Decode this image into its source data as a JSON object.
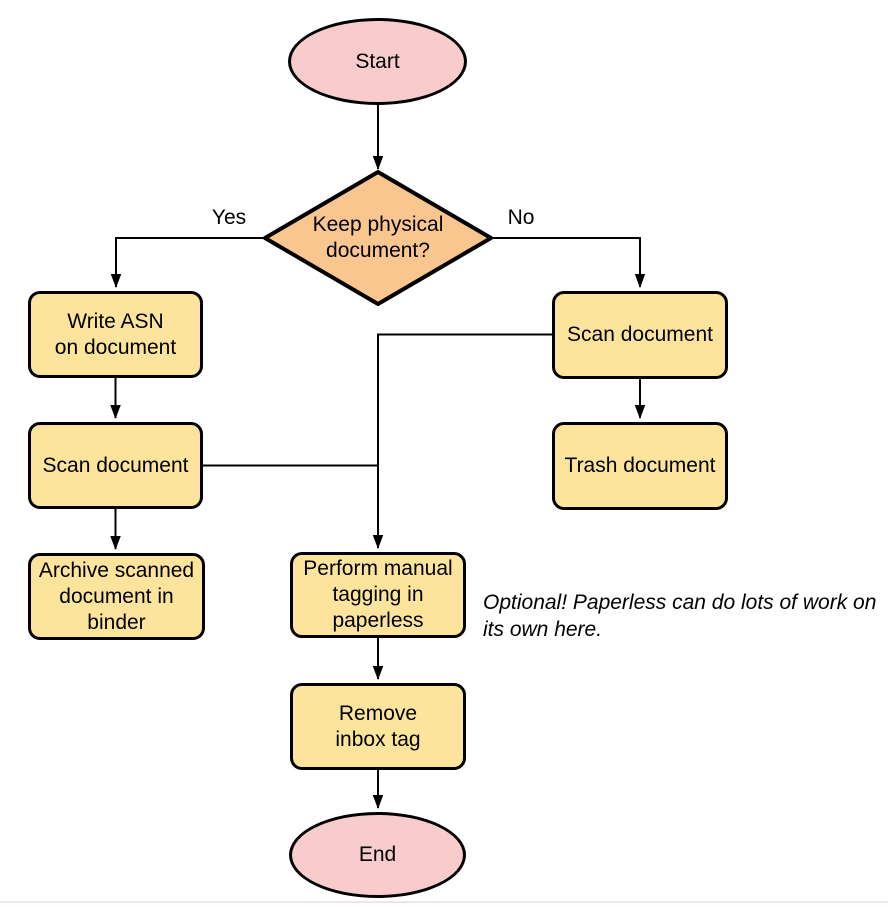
{
  "colors": {
    "terminal_fill": "#f8cccc",
    "process_fill": "#fde49c",
    "decision_fill": "#f9c690",
    "stroke": "#000000",
    "page_edge_line": "#f3e5e5"
  },
  "nodes": {
    "start": {
      "label": "Start",
      "type": "terminal"
    },
    "decision": {
      "label": "Keep physical\ndocument?",
      "type": "decision"
    },
    "write_asn": {
      "label": "Write ASN\non document",
      "type": "process"
    },
    "scan_left": {
      "label": "Scan document",
      "type": "process"
    },
    "archive": {
      "label": "Archive scanned\ndocument in\nbinder",
      "type": "process"
    },
    "scan_right": {
      "label": "Scan document",
      "type": "process"
    },
    "trash": {
      "label": "Trash document",
      "type": "process"
    },
    "tagging": {
      "label": "Perform manual\ntagging in\npaperless",
      "type": "process"
    },
    "remove_inbox": {
      "label": "Remove\ninbox tag",
      "type": "process"
    },
    "end": {
      "label": "End",
      "type": "terminal"
    }
  },
  "edge_labels": {
    "yes": "Yes",
    "no": "No"
  },
  "annotation": {
    "text": "Optional! Paperless can do lots of work on\nits own here."
  }
}
